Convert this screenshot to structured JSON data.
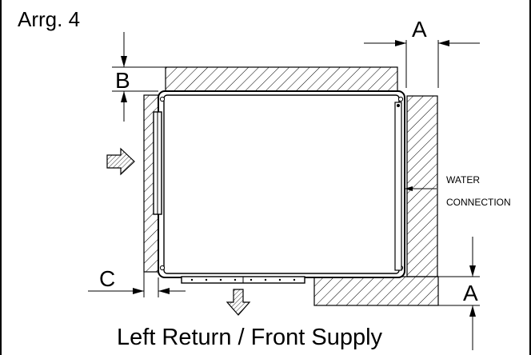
{
  "diagram": {
    "title": "Arrg. 4",
    "caption": "Left Return / Front Supply",
    "dimension_labels": {
      "a_top": "A",
      "b_left": "B",
      "c_bottom": "C",
      "a_right": "A"
    },
    "water_connection": {
      "line1": "WATER",
      "line2": "CONNECTION"
    },
    "colors": {
      "line": "#000000",
      "background": "#ffffff"
    },
    "icons": {
      "return_arrow": "right-arrow-icon",
      "supply_arrow": "down-arrow-icon"
    }
  }
}
